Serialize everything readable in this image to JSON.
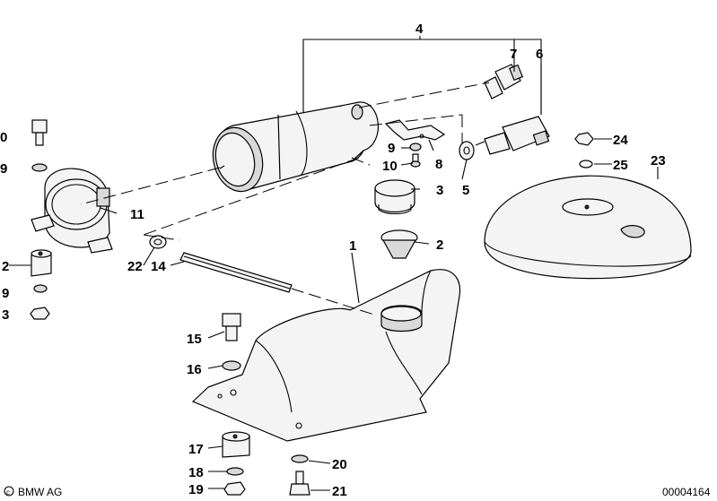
{
  "labels": {
    "l4": "4",
    "l7": "7",
    "l6": "6",
    "l10_top": "0",
    "l9_top": "9",
    "l11": "11",
    "l12": "2",
    "l9_mid": "9",
    "l13": "3",
    "l22": "22",
    "l14": "14",
    "l9_clip": "9",
    "l10_clip": "10",
    "l8": "8",
    "l5": "5",
    "l3": "3",
    "l2": "2",
    "l1": "1",
    "l24": "24",
    "l25": "25",
    "l23": "23",
    "l15": "15",
    "l16": "16",
    "l17": "17",
    "l18": "18",
    "l19": "19",
    "l20": "20",
    "l21": "21"
  },
  "footer": {
    "brand": "BMW AG",
    "part_number": "00004164"
  },
  "colors": {
    "line": "#000000",
    "fill_light": "#f4f4f4",
    "fill_shadow": "#d9d9d9"
  }
}
